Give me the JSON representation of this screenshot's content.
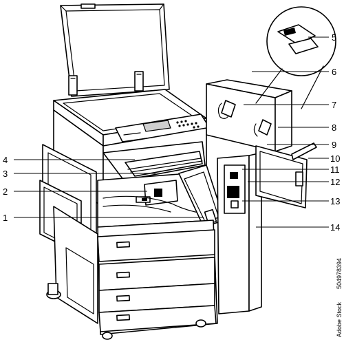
{
  "callouts": [
    {
      "num": "1"
    },
    {
      "num": "2"
    },
    {
      "num": "3"
    },
    {
      "num": "4"
    },
    {
      "num": "5"
    },
    {
      "num": "6"
    },
    {
      "num": "7"
    },
    {
      "num": "8"
    },
    {
      "num": "9"
    },
    {
      "num": "10"
    },
    {
      "num": "11"
    },
    {
      "num": "12"
    },
    {
      "num": "13"
    },
    {
      "num": "14"
    }
  ],
  "watermark": {
    "stock_id": "504978394",
    "brand": "Adobe Stock"
  }
}
